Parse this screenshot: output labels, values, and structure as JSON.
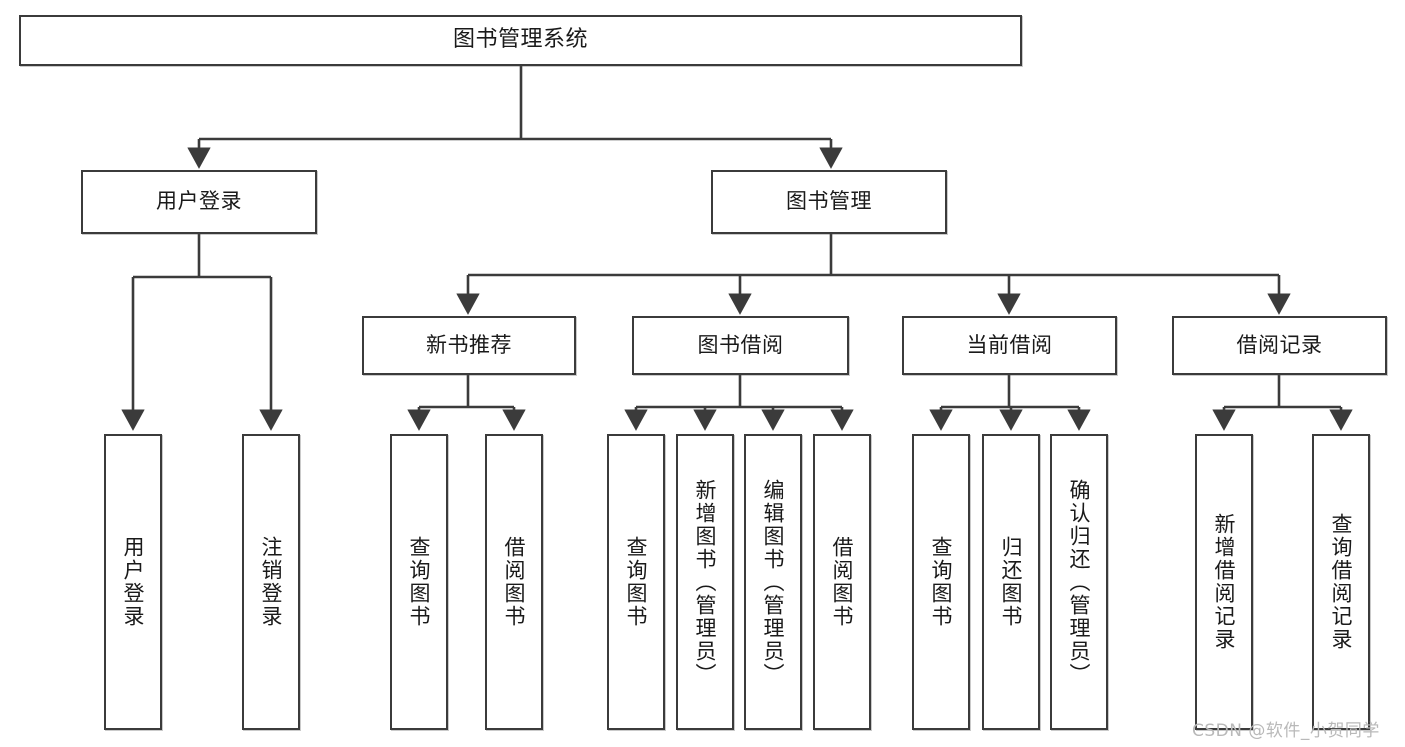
{
  "diagram": {
    "title": "图书管理系统",
    "type": "tree-hierarchy-chart",
    "watermark": "CSDN @软件_小贺同学",
    "line_color": "#3b3b3b",
    "box_fill": "#ffffff",
    "text_color": "#1a1a1a"
  },
  "nodes": {
    "root": {
      "label": "图书管理系统"
    },
    "level2": [
      {
        "label": "用户登录"
      },
      {
        "label": "图书管理"
      }
    ],
    "level3": [
      {
        "label": "新书推荐"
      },
      {
        "label": "图书借阅"
      },
      {
        "label": "当前借阅"
      },
      {
        "label": "借阅记录"
      }
    ],
    "leaves_user_login": [
      {
        "label": "用户登录"
      },
      {
        "label": "注销登录"
      }
    ],
    "leaves_new_book": [
      {
        "label": "查询图书"
      },
      {
        "label": "借阅图书"
      }
    ],
    "leaves_borrow": [
      {
        "label": "查询图书"
      },
      {
        "label": "新增图书（管理员）"
      },
      {
        "label": "编辑图书（管理员）"
      },
      {
        "label": "借阅图书"
      }
    ],
    "leaves_current": [
      {
        "label": "查询图书"
      },
      {
        "label": "归还图书"
      },
      {
        "label": "确认归还（管理员）"
      }
    ],
    "leaves_record": [
      {
        "label": "新增借阅记录"
      },
      {
        "label": "查询借阅记录"
      }
    ]
  }
}
